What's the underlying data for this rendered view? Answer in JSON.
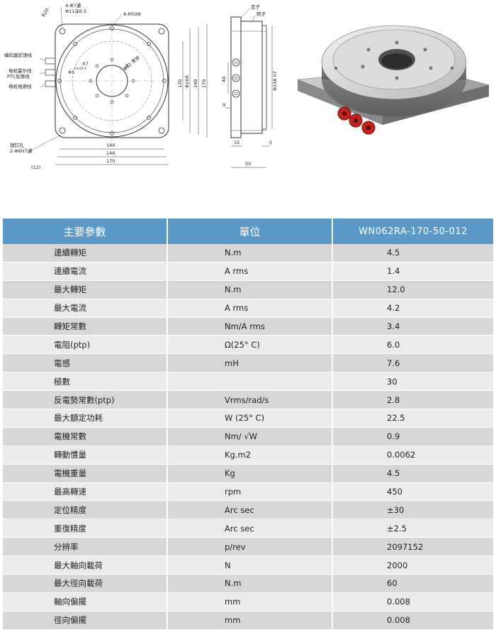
{
  "drawing": {
    "labels": {
      "r20": "R20",
      "holes4": "4-Φ7通",
      "cbore": "Φ11深6.5",
      "m5": "8-M5X8",
      "encoder": "编码器反馈线",
      "hall": "电机霍尔线",
      "ptc": "PTC反馈线",
      "power": "电机电源线",
      "pin1": "销钉孔",
      "pin2": "2-Φ6H7通",
      "phi5": "Φ5",
      "phi5tol": "+0.03 0",
      "x7": "X7",
      "phi42": "Φ42 贯穿",
      "phi160": "Φ160",
      "d120": "120",
      "d140v": "140",
      "d170v": "170",
      "d140": "140",
      "d146": "146",
      "d170": "170",
      "d12": "(12)",
      "stator": "定子",
      "rotor": "转子",
      "d40": "40",
      "d9": "9",
      "d15": "15",
      "d5": "5",
      "d50": "50",
      "phi150": "Φ150 h7"
    }
  },
  "table": {
    "headers": [
      "主要參數",
      "單位",
      "WN062RA-170-50-012"
    ],
    "rows": [
      [
        "連續轉矩",
        "N.m",
        "4.5"
      ],
      [
        "連續電流",
        "A rms",
        "1.4"
      ],
      [
        "最大轉矩",
        "N.m",
        "12.0"
      ],
      [
        "最大電流",
        "A rms",
        "4.2"
      ],
      [
        "轉矩常數",
        "Nm/A rms",
        "3.4"
      ],
      [
        "電阻(ptp)",
        "Ω(25° C)",
        "6.0"
      ],
      [
        "電感",
        "mH",
        "7.6"
      ],
      [
        "極數",
        "",
        "30"
      ],
      [
        "反電勢常數(ptp)",
        "Vrms/rad/s",
        "2.8"
      ],
      [
        "最大額定功耗",
        "W (25° C)",
        "22.5"
      ],
      [
        "電機常數",
        "Nm/ √W",
        "0.9"
      ],
      [
        "轉動慣量",
        "Kg.m2",
        "0.0062"
      ],
      [
        "電機重量",
        "Kg",
        "4.5"
      ],
      [
        "最高轉速",
        "rpm",
        "450"
      ],
      [
        "定位精度",
        "Arc sec",
        "±30"
      ],
      [
        "重復精度",
        "Arc sec",
        "±2.5"
      ],
      [
        "分辨率",
        "p/rev",
        "2097152"
      ],
      [
        "最大軸向載荷",
        "N",
        "2000"
      ],
      [
        "最大徑向載荷",
        "N.m",
        "60"
      ],
      [
        "軸向偏擺",
        "mm",
        "0.008"
      ],
      [
        "徑向偏擺",
        "mm",
        "0.008"
      ]
    ]
  }
}
